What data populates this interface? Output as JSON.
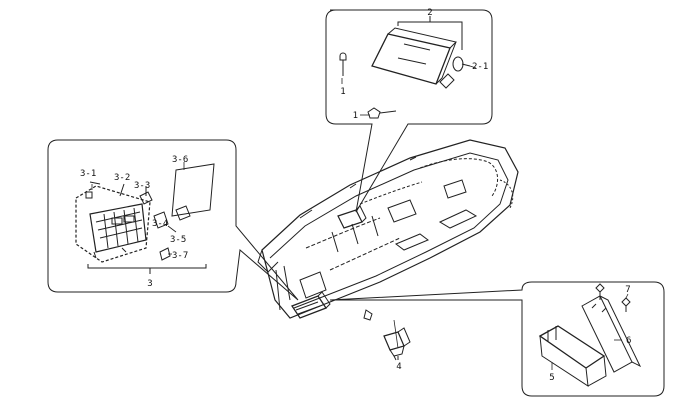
{
  "labels": {
    "part_1": "1",
    "part_2": "2",
    "part_2_1": "2-1",
    "part_3": "3",
    "part_3_1": "3-1",
    "part_3_2": "3-2",
    "part_3_3": "3-3",
    "part_3_4": "3-4",
    "part_3_5": "3-5",
    "part_3_6": "3-6",
    "part_3_7": "3-7",
    "part_4": "4",
    "part_5": "5",
    "part_6": "6",
    "part_7": "7"
  }
}
